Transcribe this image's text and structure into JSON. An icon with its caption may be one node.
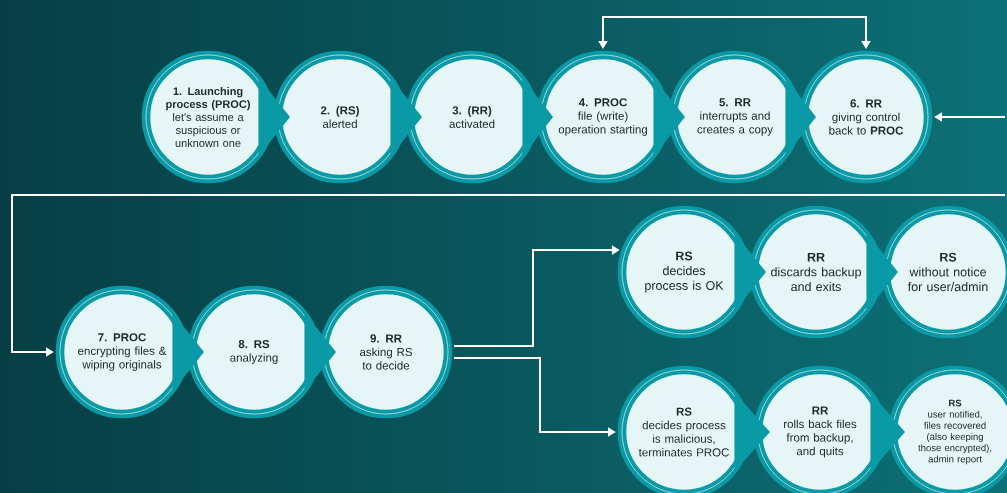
{
  "diagram": {
    "nodes": [
      {
        "text": [
          "1. Launching process (PROC)",
          "let's assume a suspicious or unknown one"
        ]
      },
      {
        "text": [
          "2. (RS)",
          "alerted"
        ]
      },
      {
        "text": [
          "3. (RR)",
          "activated"
        ]
      },
      {
        "text": [
          "4. PROC",
          "file (write) operation starting"
        ]
      },
      {
        "text": [
          "5. RR",
          "interrupts and creates a copy"
        ]
      },
      {
        "text": [
          "6. RR",
          "giving control back to **PROC**"
        ]
      },
      {
        "text": [
          "7. PROC",
          "encrypting files & wiping originals"
        ]
      },
      {
        "text": [
          "8. RS",
          "analyzing"
        ]
      },
      {
        "text": [
          "9. RR",
          "asking RS to decide"
        ]
      },
      {
        "text": [
          "RS",
          "decides process is OK"
        ]
      },
      {
        "text": [
          "RR",
          "discards backup and exits"
        ]
      },
      {
        "text": [
          "RS",
          "without notice for user/admin"
        ]
      },
      {
        "text": [
          "RS",
          "decides process is malicious, terminates PROC"
        ]
      },
      {
        "text": [
          "RR",
          "rolls back files from backup, and quits"
        ]
      },
      {
        "text": [
          "RS",
          "user notified, files recovered (also keeping those encrypted), admin report"
        ]
      }
    ],
    "edges": [
      {
        "from": 0,
        "to": 1,
        "arrow": "to"
      },
      {
        "from": 1,
        "to": 2,
        "arrow": "to"
      },
      {
        "from": 2,
        "to": 3,
        "arrow": "to"
      },
      {
        "from": 3,
        "to": 4,
        "arrow": "to"
      },
      {
        "from": 4,
        "to": 5,
        "arrow": "to"
      },
      {
        "from": 3,
        "to": 5,
        "arrow": "both"
      },
      {
        "from": null,
        "to": 5,
        "arrow": "to"
      },
      {
        "from": null,
        "to": 6,
        "arrow": "to"
      },
      {
        "from": 6,
        "to": 7,
        "arrow": "to"
      },
      {
        "from": 7,
        "to": 8,
        "arrow": "to"
      },
      {
        "from": 8,
        "to": 9,
        "arrow": "to"
      },
      {
        "from": 8,
        "to": 12,
        "arrow": "to"
      },
      {
        "from": 9,
        "to": 10,
        "arrow": "to"
      },
      {
        "from": 10,
        "to": 11,
        "arrow": "to"
      },
      {
        "from": 12,
        "to": 13,
        "arrow": "to"
      },
      {
        "from": 13,
        "to": 14,
        "arrow": "to"
      }
    ]
  }
}
